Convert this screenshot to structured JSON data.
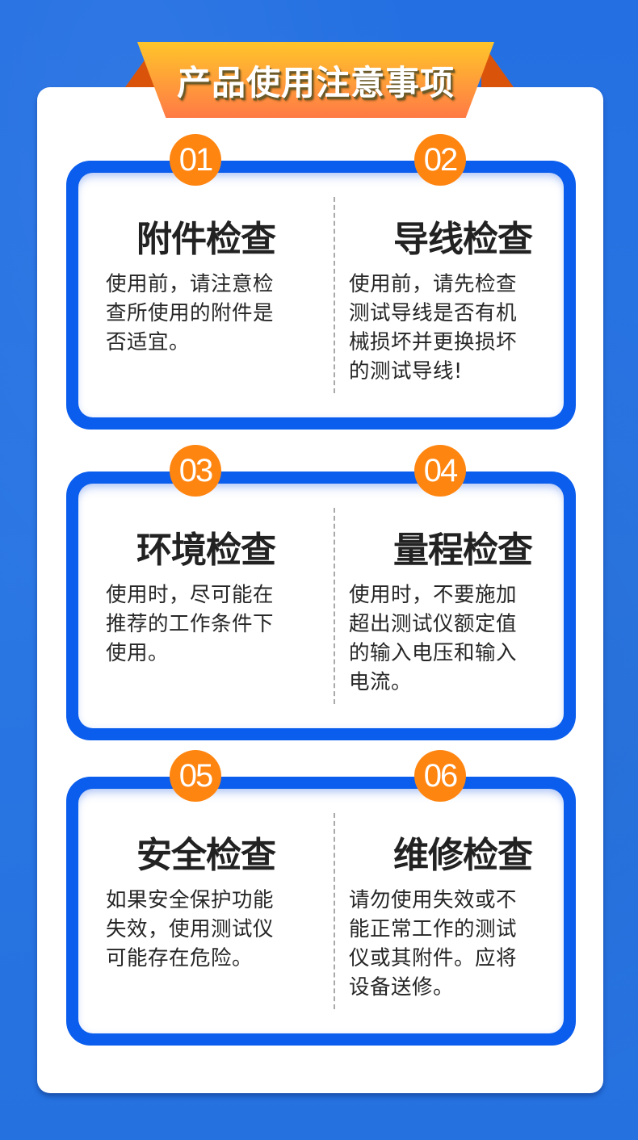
{
  "header": {
    "title": "产品使用注意事项"
  },
  "colors": {
    "background_blue": "#2672e0",
    "card_border_blue": "#0a5ded",
    "badge_orange": "#ff8511",
    "ribbon_top": "#ffc52a",
    "ribbon_bottom": "#ff7a45",
    "ribbon_wing": "#d9540a",
    "title_text": "#222222",
    "body_text": "#262626"
  },
  "cards": [
    {
      "items": [
        {
          "number": "01",
          "title": "附件检查",
          "lines": [
            "使用前，请注意检",
            "查所使用的附件是",
            "否适宜。"
          ]
        },
        {
          "number": "02",
          "title": "导线检查",
          "lines": [
            "使用前，请先检查",
            "测试导线是否有机",
            "械损坏并更换损坏",
            "的测试导线!"
          ]
        }
      ]
    },
    {
      "items": [
        {
          "number": "03",
          "title": "环境检查",
          "lines": [
            "使用时，尽可能在",
            "推荐的工作条件下",
            "使用。"
          ]
        },
        {
          "number": "04",
          "title": "量程检查",
          "lines": [
            "使用时，不要施加",
            "超出测试仪额定值",
            "的输入电压和输入",
            "电流。"
          ]
        }
      ]
    },
    {
      "items": [
        {
          "number": "05",
          "title": "安全检查",
          "lines": [
            "如果安全保护功能",
            "失效，使用测试仪",
            "可能存在危险。"
          ]
        },
        {
          "number": "06",
          "title": "维修检查",
          "lines": [
            "请勿使用失效或不",
            "能正常工作的测试",
            "仪或其附件。应将",
            "设备送修。"
          ]
        }
      ]
    }
  ]
}
